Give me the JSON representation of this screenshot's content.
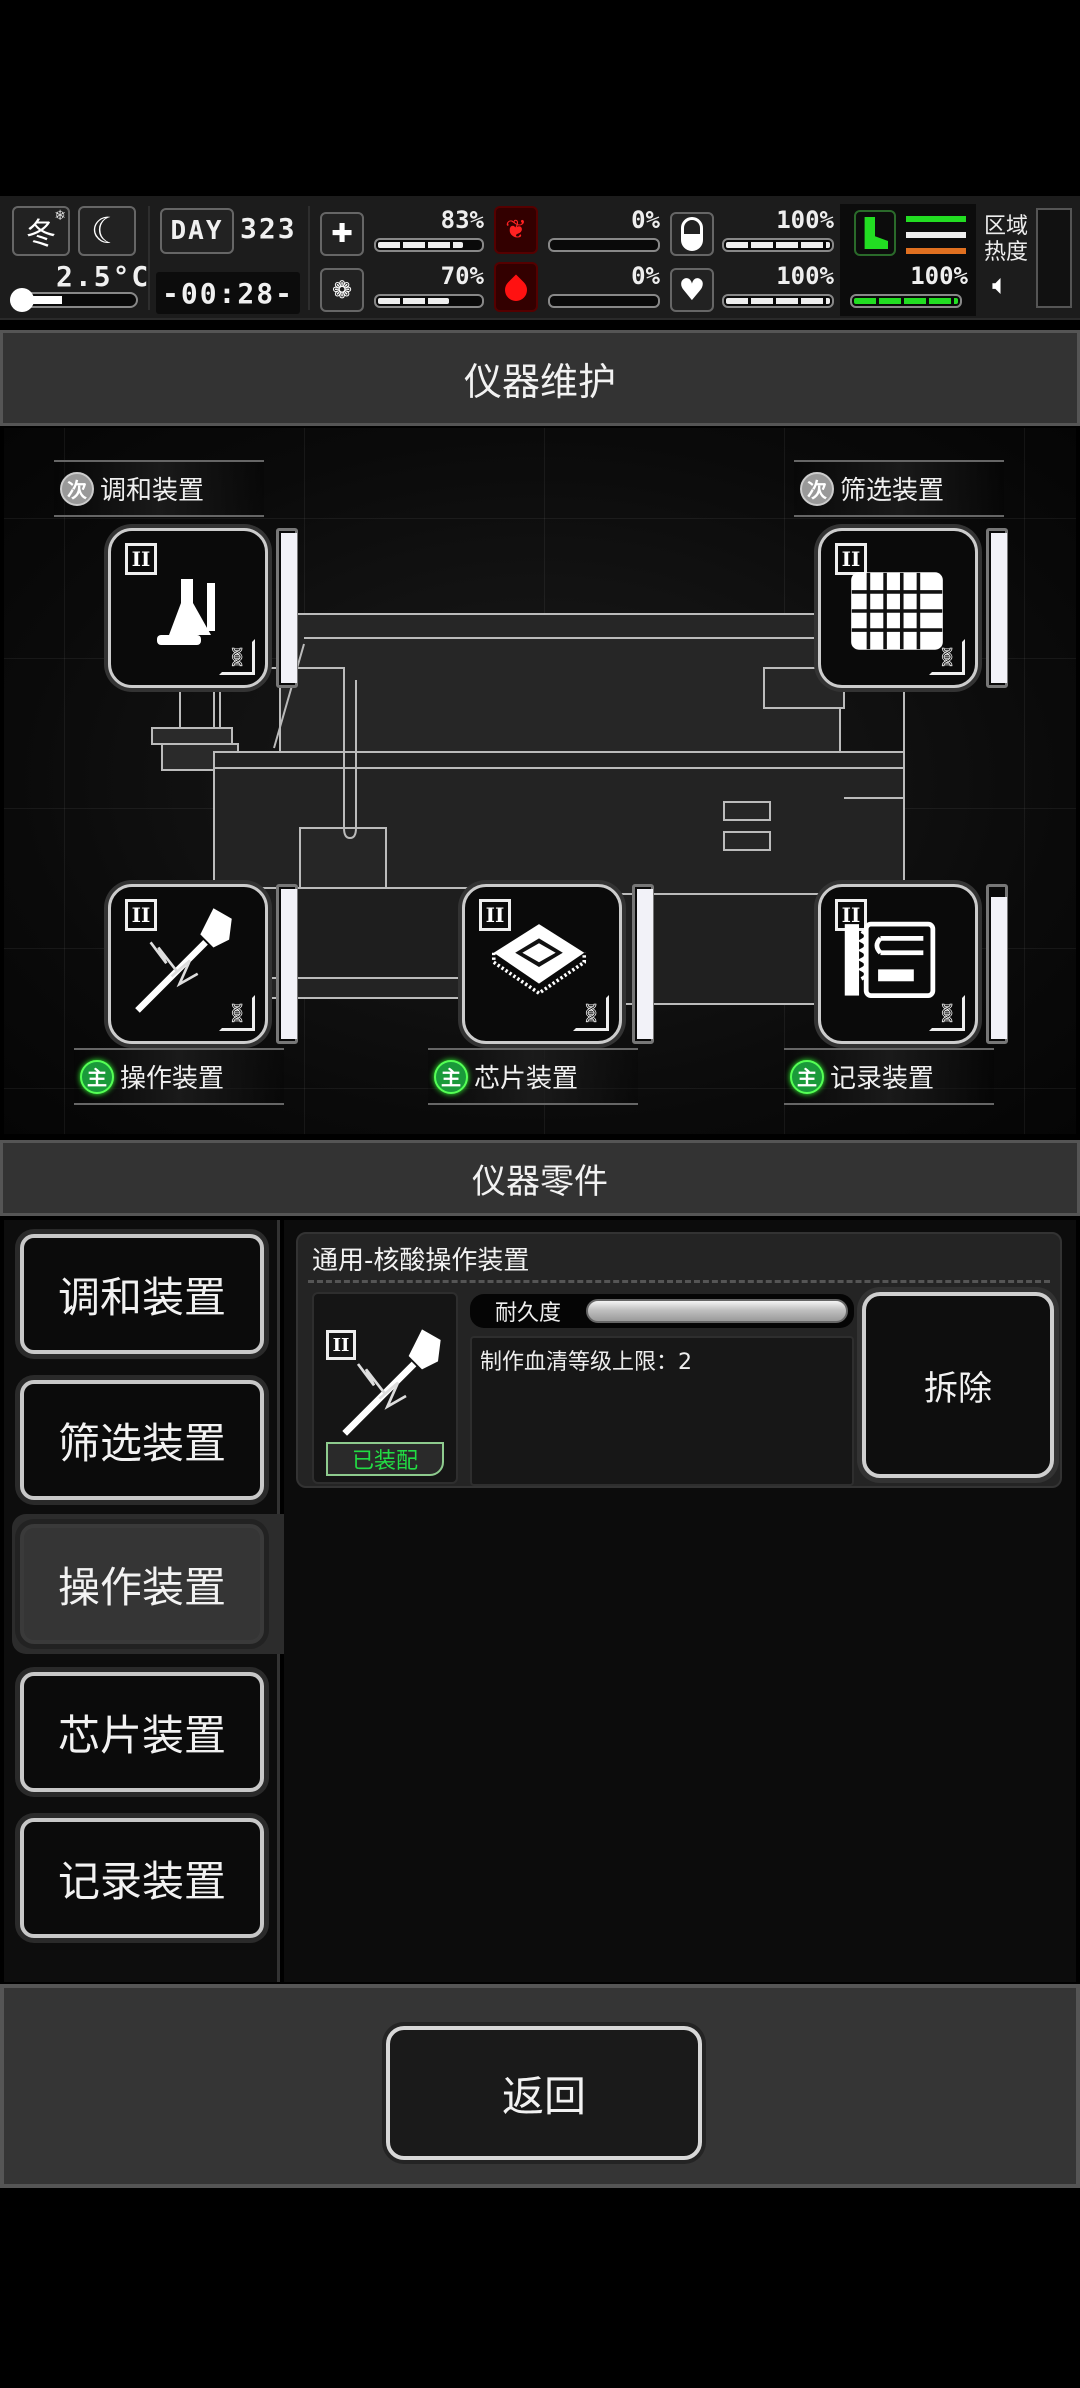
{
  "hud": {
    "season": "冬",
    "time_of_day_icon": "moon-icon",
    "temperature": "2.5°C",
    "day_label": "DAY",
    "day_number": "323",
    "clock": "-00:28-",
    "stats": [
      {
        "id": "health",
        "icon": "medkit-icon",
        "value": "83%",
        "fill": 83,
        "color": "#eeeeee"
      },
      {
        "id": "stomach",
        "icon": "stomach-icon",
        "value": "0%",
        "fill": 0,
        "color": "#ff2222"
      },
      {
        "id": "pill",
        "icon": "capsule-icon",
        "value": "100%",
        "fill": 100,
        "color": "#eeeeee"
      },
      {
        "id": "brain",
        "icon": "brain-icon",
        "value": "70%",
        "fill": 70,
        "color": "#eeeeee"
      },
      {
        "id": "blood",
        "icon": "blood-drop-icon",
        "value": "0%",
        "fill": 0,
        "color": "#ff2222"
      },
      {
        "id": "heart",
        "icon": "heart-icon",
        "value": "100%",
        "fill": 100,
        "color": "#eeeeee"
      }
    ],
    "stamina": {
      "icon": "boot-icon",
      "value": "100%",
      "fill": 100,
      "color": "#22dd22",
      "legend_colors": [
        "#22dd22",
        "#eeeeee",
        "#e07020"
      ]
    },
    "zone_heat_label_1": "区域",
    "zone_heat_label_2": "热度",
    "sound_icon": "speaker-icon"
  },
  "maintenance": {
    "title": "仪器维护",
    "slots": [
      {
        "name": "调和装置",
        "role": "次",
        "role_type": "secondary",
        "tier": "II",
        "icon": "flask-icon",
        "durability": 100
      },
      {
        "name": "筛选装置",
        "role": "次",
        "role_type": "secondary",
        "tier": "II",
        "icon": "grid-filter-icon",
        "durability": 100
      },
      {
        "name": "操作装置",
        "role": "主",
        "role_type": "primary",
        "tier": "II",
        "icon": "phage-injector-icon",
        "durability": 100
      },
      {
        "name": "芯片装置",
        "role": "主",
        "role_type": "primary",
        "tier": "II",
        "icon": "chip-icon",
        "durability": 100
      },
      {
        "name": "记录装置",
        "role": "主",
        "role_type": "primary",
        "tier": "II",
        "icon": "recorder-icon",
        "durability": 96
      }
    ]
  },
  "parts": {
    "title": "仪器零件",
    "categories": [
      {
        "label": "调和装置",
        "active": false
      },
      {
        "label": "筛选装置",
        "active": false
      },
      {
        "label": "操作装置",
        "active": true
      },
      {
        "label": "芯片装置",
        "active": false
      },
      {
        "label": "记录装置",
        "active": false
      }
    ],
    "selected_part": {
      "title": "通用-核酸操作装置",
      "tier": "II",
      "status": "已装配",
      "durability_label": "耐久度",
      "durability": 100,
      "description": "制作血清等级上限：2",
      "remove_label": "拆除"
    }
  },
  "footer": {
    "back_label": "返回"
  }
}
